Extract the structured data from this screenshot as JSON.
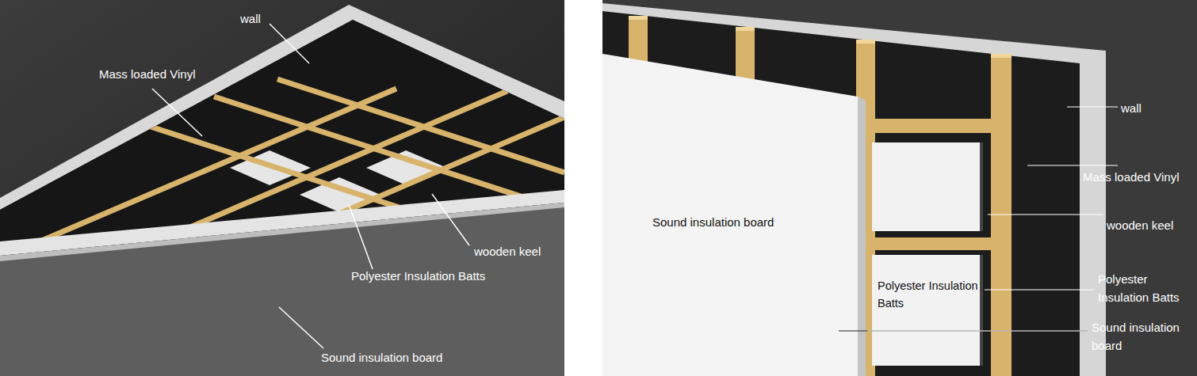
{
  "diagram": {
    "labels": [
      "wall",
      "Mass loaded Vinyl",
      "wooden keel",
      "Polyester Insulation Batts",
      "Sound insulation board",
      "Sound insulation board",
      "wall",
      "Mass loaded Vinyl",
      "wooden keel",
      "Polyester Insulation Batts",
      "Polyester Insulation Batts",
      "Sound insulation board"
    ]
  }
}
